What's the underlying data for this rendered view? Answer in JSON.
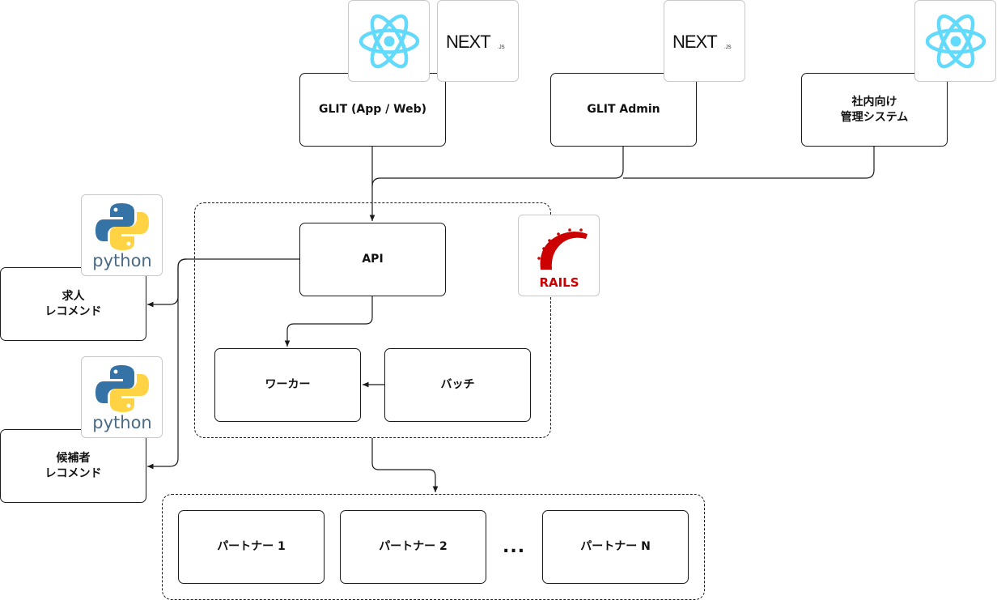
{
  "colors": {
    "react": "#61dafb",
    "rails": "#cc0000",
    "python_blue": "#3572a5",
    "python_yellow": "#ffd343",
    "python_text": "#4b6a84",
    "line": "#1a1a1a"
  },
  "frontends": {
    "glit_app_web": "GLIT (App / Web)",
    "glit_admin": "GLIT Admin",
    "internal_admin": "社内向け\n管理システム"
  },
  "backend": {
    "api": "API",
    "worker": "ワーカー",
    "batch": "バッチ"
  },
  "recommend": {
    "job": "求人\nレコメンド",
    "candidate": "候補者\nレコメンド"
  },
  "partners": {
    "p1": "パートナー 1",
    "p2": "パートナー 2",
    "ellipsis": "...",
    "pn": "パートナー N"
  },
  "logos": {
    "react_icon": "react-icon",
    "nextjs_icon": "nextjs-icon",
    "rails_icon": "rails-icon",
    "python_icon": "python-icon",
    "nextjs_text": "NEXT",
    "nextjs_sub": ".JS",
    "rails_text": "RAILS",
    "python_text": "python"
  }
}
